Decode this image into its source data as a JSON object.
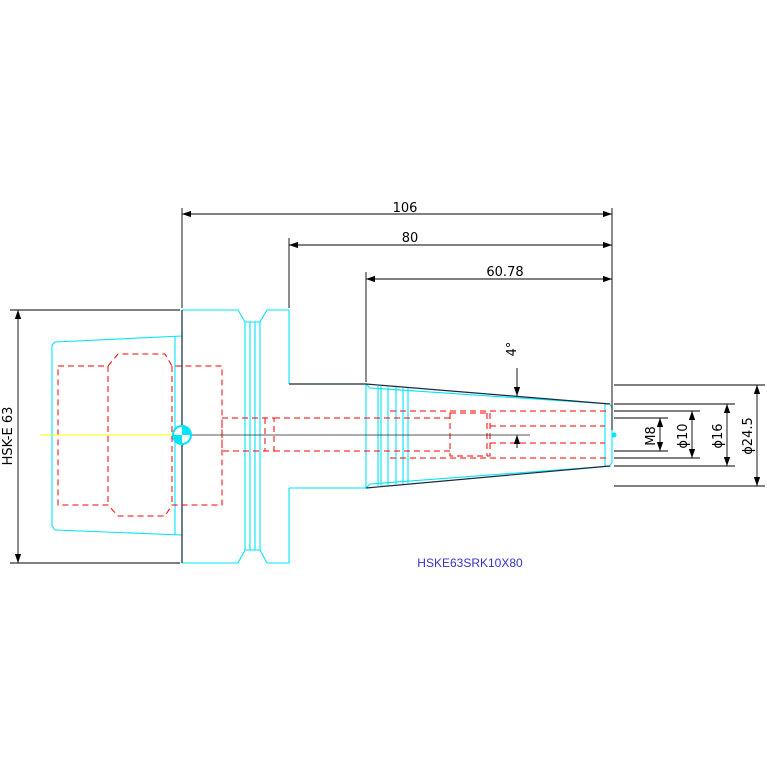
{
  "drawing": {
    "caption": "HSKE63SRK10X80",
    "dimensions": {
      "overall_length": "106",
      "gauge_length": "80",
      "taper_length": "60.78",
      "taper_angle": "4°",
      "shank_label": "HSK-E 63",
      "thread": "M8",
      "bore_dia": "ϕ10",
      "tip_dia": "ϕ16",
      "outer_dia": "ϕ24.5"
    }
  },
  "colors": {
    "outline": "#00e5ff",
    "hidden_line": "#ff0000",
    "dimension": "#000000",
    "center_line": "#ffff00",
    "caption": "#3333cc"
  }
}
